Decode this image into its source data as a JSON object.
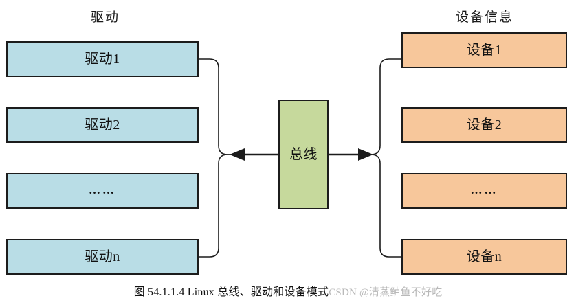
{
  "diagram": {
    "title": "图 54.1.1.4 Linux 总线、驱动和设备模式",
    "watermark": "CSDN @清蒸鲈鱼不好吃",
    "colors": {
      "driver_fill": "#b9dde6",
      "device_fill": "#f7c79b",
      "bus_fill": "#c6d99c",
      "stroke": "#1c1c1c",
      "background": "#ffffff",
      "watermark_text": "#b9b9b9"
    },
    "left_column": {
      "header": "驱动",
      "items": [
        {
          "label": "驱动1"
        },
        {
          "label": "驱动2"
        },
        {
          "label": "……"
        },
        {
          "label": "驱动n"
        }
      ]
    },
    "center": {
      "label": "总线"
    },
    "right_column": {
      "header": "设备信息",
      "items": [
        {
          "label": "设备1"
        },
        {
          "label": "设备2"
        },
        {
          "label": "……"
        },
        {
          "label": "设备n"
        }
      ]
    }
  }
}
